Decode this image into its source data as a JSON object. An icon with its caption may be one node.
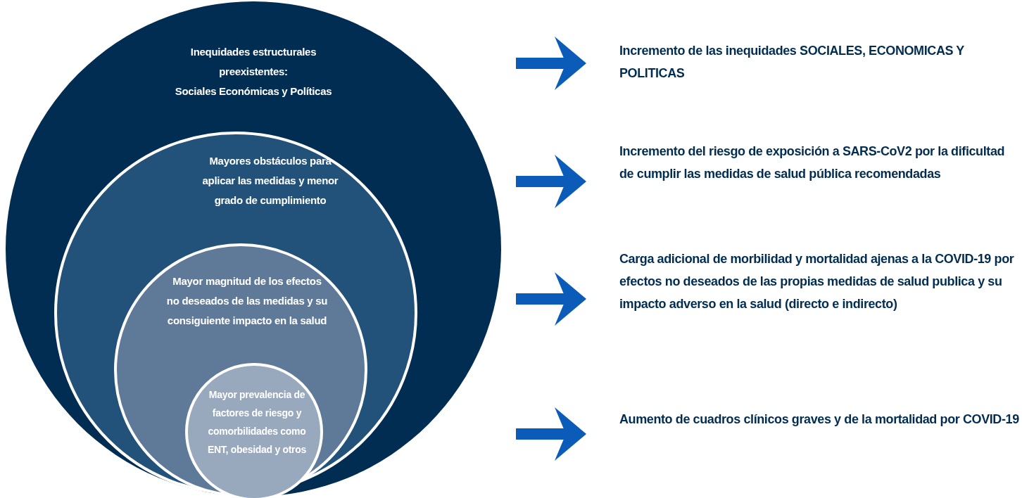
{
  "diagram": {
    "nodes": [
      {
        "text": [
          "Inequidades estructurales preexistentes:",
          "Sociales Económicas y Políticas"
        ]
      },
      {
        "text": [
          "Mayores obstáculos para aplicar las medidas y menor grado de cumplimiento"
        ],
        "in": 0
      },
      {
        "text": [
          "Mayor magnitud de los efectos no deseados de las medidas y su consiguiente impacto en la salud"
        ],
        "in": 1
      },
      {
        "text": [
          "Mayor prevalencia de factores de riesgo y comorbilidades como ENT, obesidad y otros"
        ],
        "in": 2
      },
      {
        "text": [
          "Incremento de las inequidades SOCIALES, ECONOMICAS Y POLITICAS"
        ]
      },
      {
        "text": [
          "Incremento del riesgo de exposición a SARS-CoV2 por la dificultad de cumplir las medidas de salud pública recomendadas"
        ]
      },
      {
        "text": [
          "Carga adicional de morbilidad y mortalidad ajenas a la COVID-19 por efectos no deseados de las propias medidas de salud publica y su impacto adverso en la salud (directo e indirecto)"
        ]
      },
      {
        "text": [
          "Aumento de cuadros clínicos graves y de la mortalidad por COVID-19"
        ]
      }
    ],
    "edges": [
      {
        "from": null,
        "to": 4,
        "arrow": "to"
      },
      {
        "from": null,
        "to": 5,
        "arrow": "to"
      },
      {
        "from": null,
        "to": 6,
        "arrow": "to"
      },
      {
        "from": null,
        "to": 7,
        "arrow": "to"
      }
    ]
  }
}
